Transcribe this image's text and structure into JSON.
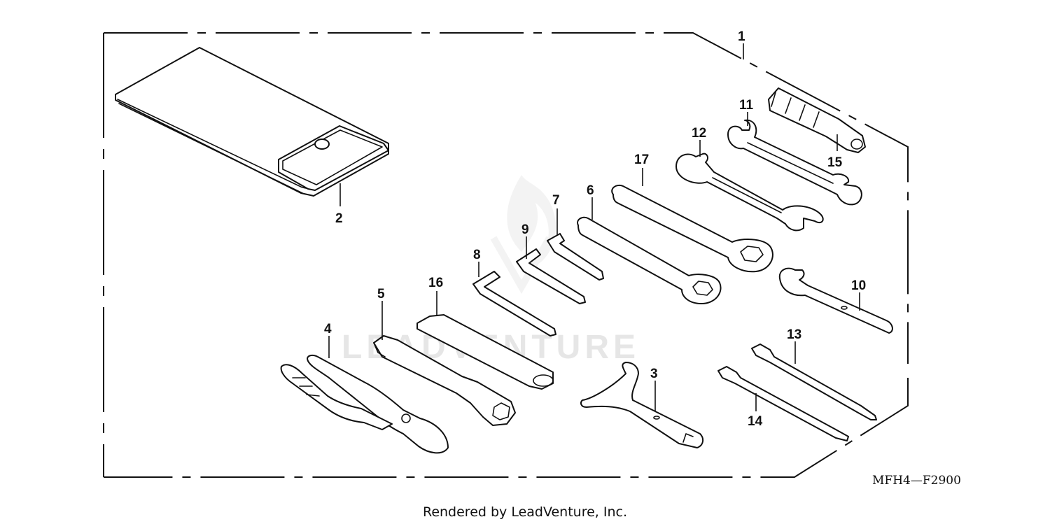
{
  "diagram": {
    "diagram_code": "MFH4—F2900",
    "credit": "Rendered by LeadVenture, Inc.",
    "watermark": "LEADVENTURE",
    "callouts": [
      "1",
      "2",
      "3",
      "4",
      "5",
      "6",
      "7",
      "8",
      "9",
      "10",
      "11",
      "12",
      "13",
      "14",
      "15",
      "16",
      "17"
    ]
  }
}
